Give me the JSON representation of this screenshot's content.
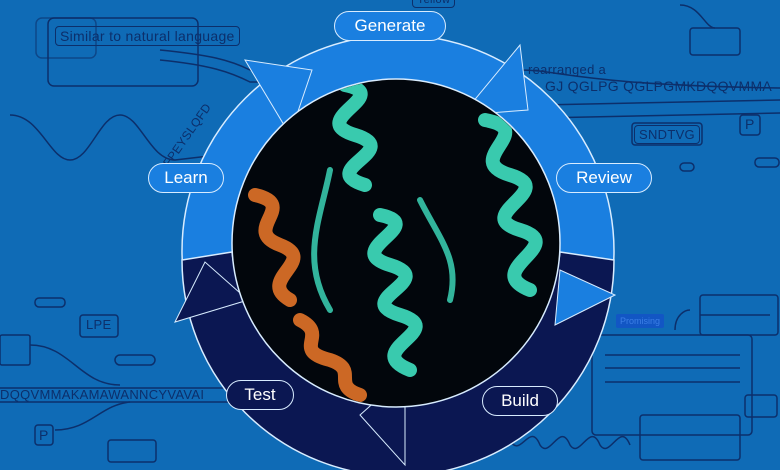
{
  "cycle": {
    "stages": [
      "Generate",
      "Review",
      "Build",
      "Test",
      "Learn"
    ]
  },
  "background": {
    "speech_bubble": "Similar to natural language",
    "sequence_left_top": "FPEYSLQFD",
    "sequence_right_top": "GJ QGLPG QGLPGMKDQQVMMA",
    "rearranged": "rearranged a",
    "tag_yellow": "Yellow",
    "tag_sndtvg": "SNDTVG",
    "tag_p_right": "P",
    "tag_lpe": "LPE",
    "tag_p_left": "P",
    "sequence_left_bottom": "DQQVMMAKAMAWANNCYVAVAI",
    "promising": "Promising"
  },
  "colors": {
    "background": "#0f6bb6",
    "ring_top": "#1a7fe0",
    "ring_bottom": "#0b1752",
    "protein": "#3fe0c0",
    "accent": "#f07a2a"
  }
}
